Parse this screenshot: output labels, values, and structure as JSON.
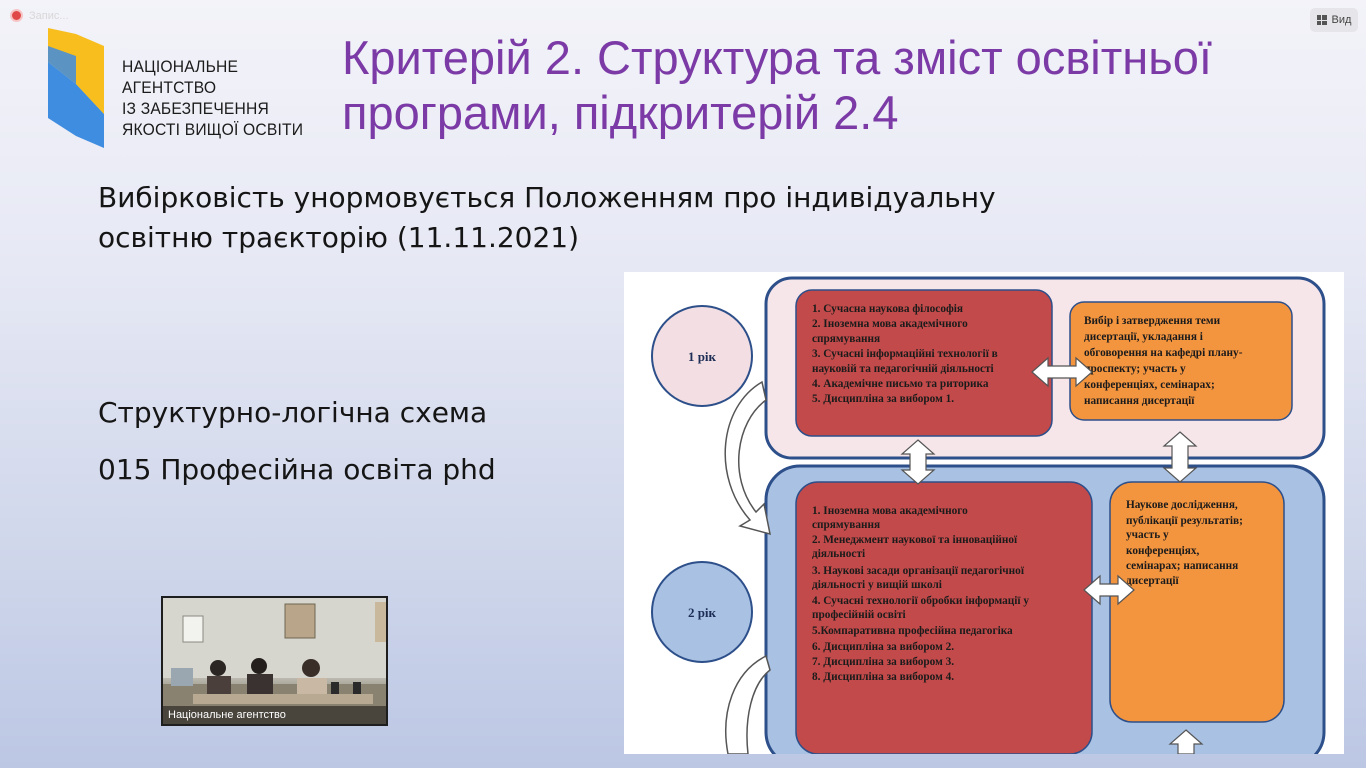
{
  "recording": {
    "label": "Запис..."
  },
  "view_button": {
    "label": "Вид"
  },
  "logo": {
    "lines": [
      "НАЦІОНАЛЬНЕ",
      "АГЕНТСТВО",
      "ІЗ ЗАБЕЗПЕЧЕННЯ",
      "ЯКОСТІ ВИЩОЇ ОСВІТИ"
    ],
    "colors": {
      "yellow": "#f7be1e",
      "blue": "#3f8de0"
    }
  },
  "slide": {
    "title_lines": [
      "Критерій 2. Структура та зміст освітньої",
      "програми, підкритерій 2.4"
    ],
    "subtitle_lines": [
      "Вибірковість унормовується Положенням про індивідуальну",
      "освітню траєкторію (11.11.2021)"
    ],
    "scheme_label": "Структурно-логічна схема",
    "program_label": "015 Професійна освіта phd",
    "title_color": "#7b3aa6"
  },
  "scheme": {
    "year1": {
      "label": "1 рік",
      "courses": [
        "1. Сучасна наукова філософія",
        "2. Іноземна мова академічного",
        "спрямування",
        "3. Сучасні інформаційні технології в",
        "науковій та педагогічній діяльності",
        "4. Академічне письмо та риторика",
        "5. Дисципліна за вибором 1."
      ],
      "research": [
        "Вибір і затвердження теми",
        "дисертації, укладання і",
        "обговорення на кафедрі плану-",
        "проспекту; участь у",
        "конференціях, семінарах;",
        "написання дисертації"
      ]
    },
    "year2": {
      "label": "2 рік",
      "courses": [
        "1. Іноземна мова академічного",
        "спрямування",
        "2. Менеджмент наукової та інноваційної",
        "діяльності",
        "3. Наукові засади організації педагогічної",
        "діяльності у вищій школі",
        "4. Сучасні технології обробки інформації у",
        "професійній освіті",
        "5.Компаративна професійна педагогіка",
        "6. Дисципліна за вибором 2.",
        "7. Дисципліна за вибором 3.",
        "8. Дисципліна за вибором 4."
      ],
      "research": [
        "Наукове дослідження,",
        "публікації результатів;",
        "участь у",
        "конференціях,",
        "семінарах; написання",
        "дисертації"
      ]
    },
    "colors": {
      "red_box": "#c24a4a",
      "orange_box": "#f3943f",
      "pink_panel": "#f6e6ea",
      "blue_panel": "#a9c2e4",
      "panel_border": "#2d4f8a"
    }
  },
  "video": {
    "caption": "Національне агентство"
  }
}
